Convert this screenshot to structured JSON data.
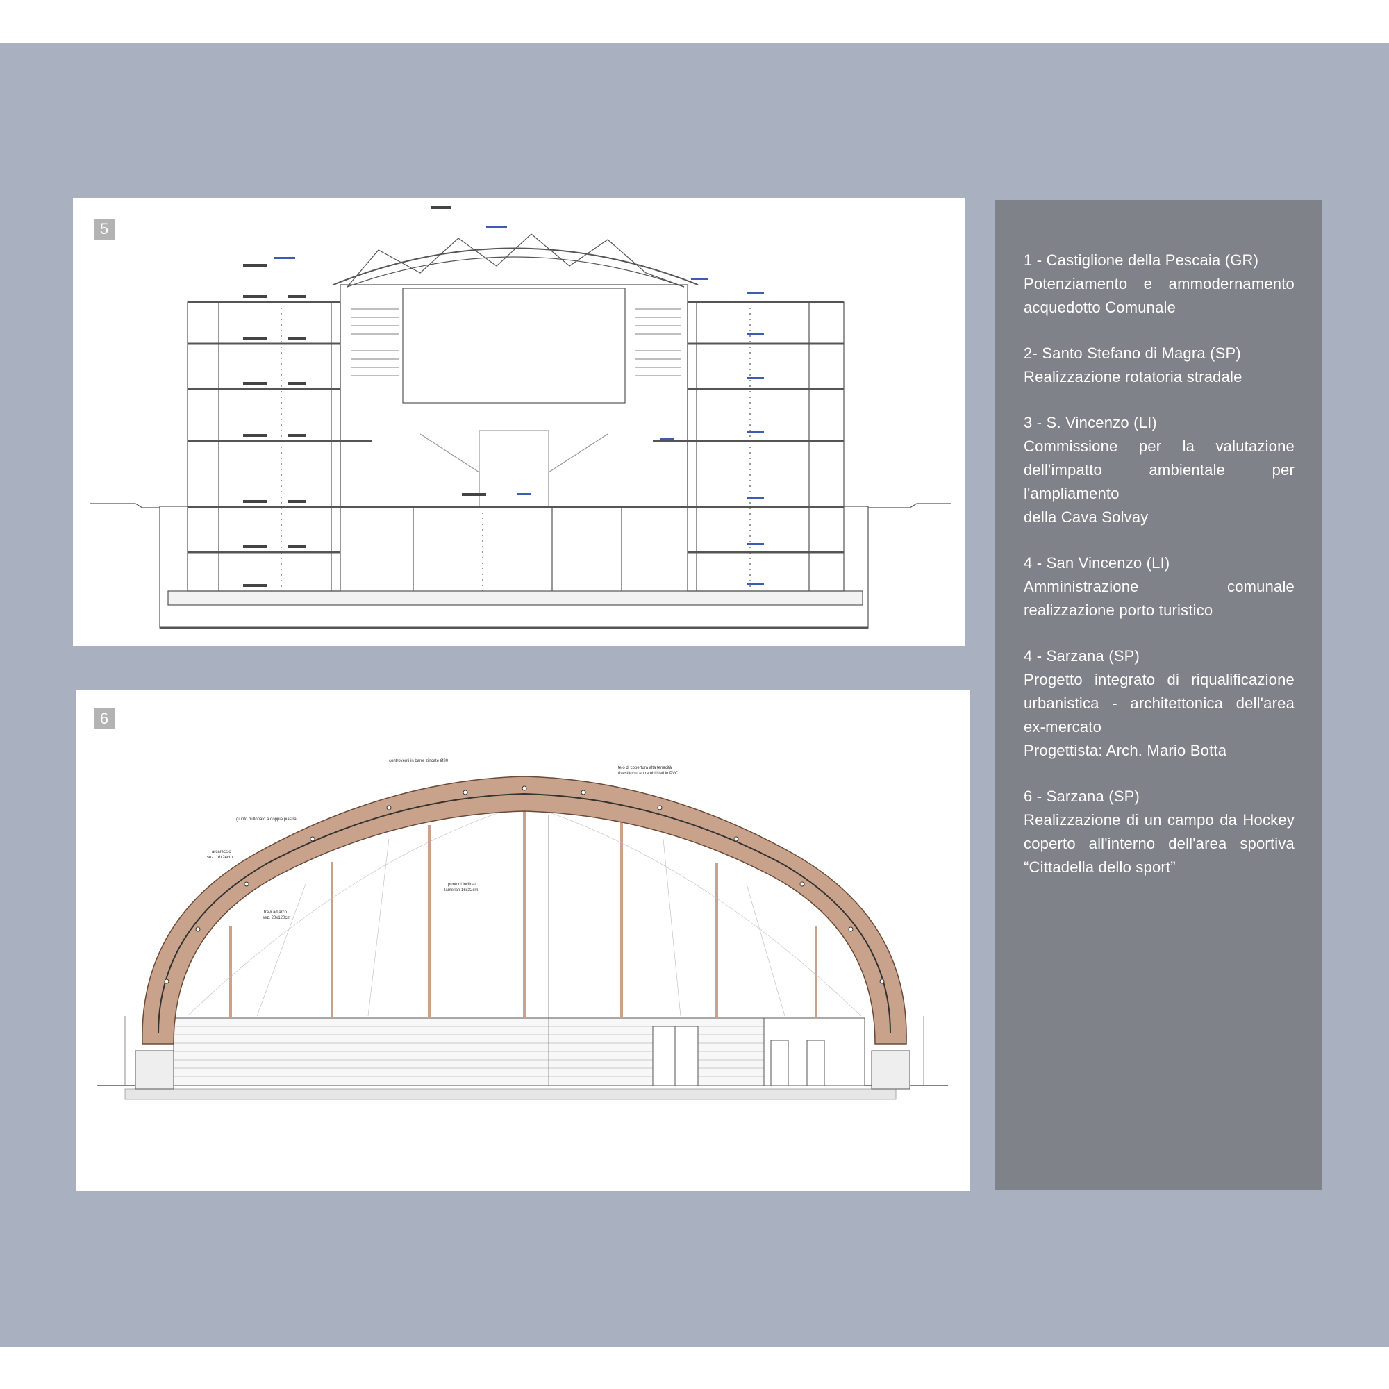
{
  "panels": [
    {
      "badge": "5"
    },
    {
      "badge": "6"
    }
  ],
  "projects": [
    {
      "title": "1 - Castiglione della Pescaia (GR)",
      "lines": [
        "Potenziamento e ammodernamento",
        "acquedotto Comunale"
      ]
    },
    {
      "title": "2- Santo Stefano di Magra (SP)",
      "lines": [
        "Realizzazione rotatoria stradale"
      ]
    },
    {
      "title": "3 - S. Vincenzo (LI)",
      "lines": [
        "Commissione per la valutazione",
        "dell'impatto ambientale per l'ampliamento",
        "della Cava Solvay"
      ]
    },
    {
      "title": "4 - San Vincenzo (LI)",
      "lines": [
        "Amministrazione comunale",
        "realizzazione porto turistico"
      ]
    },
    {
      "title": "4 - Sarzana (SP)",
      "lines": [
        "Progetto integrato di riqualificazione",
        "urbanistica - architettonica dell'area",
        "ex-mercato",
        "Progettista: Arch. Mario Botta"
      ]
    },
    {
      "title": "6 - Sarzana (SP)",
      "lines": [
        "Realizzazione di un campo da Hockey",
        "coperto all'interno dell'area sportiva",
        "“Cittadella dello sport”"
      ]
    }
  ],
  "drawing6_labels": {
    "tie_rods": "controventi in barre zincate Ø30",
    "roof_cover": "telo di copertura alta tenacità",
    "roof_cover_2": "rivestito su entrambi i lati in PVC",
    "bolted_joint": "giunto bullonato a doppia piastra",
    "arch": "arcareccio",
    "arch_sec": "sez. 16x24cm",
    "struts": "puntoni inclinati",
    "struts_sec": "lamellari 16x32cm",
    "beam": "travi ad arco",
    "beam_sec": "sez. 20x120cm"
  },
  "colors": {
    "band": "#a9b0bf",
    "sidebar": "#7f8389",
    "arch_wood": "#c9a28b",
    "badge": "#b3b3b3"
  }
}
